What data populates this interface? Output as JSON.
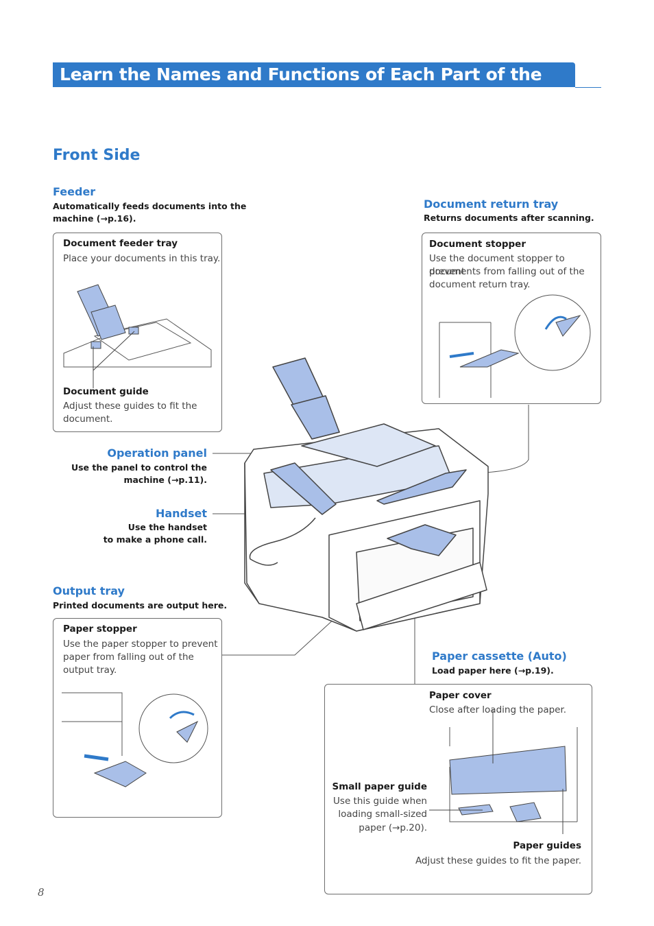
{
  "page": {
    "title": "Learn the Names and Functions of Each Part of the Machine",
    "section": "Front Side",
    "page_number": "8"
  },
  "feeder": {
    "heading": "Feeder",
    "desc1": "Automatically feeds documents into the",
    "desc2": "machine (→p.16).",
    "box": {
      "label1": "Document feeder tray",
      "text1": "Place your documents in this tray.",
      "label2": "Document guide",
      "text2a": "Adjust these guides to fit the",
      "text2b": "document."
    }
  },
  "return_tray": {
    "heading": "Document return tray",
    "desc": "Returns documents after scanning.",
    "box": {
      "label": "Document stopper",
      "text1": "Use the document stopper to prevent",
      "text2": "documents from falling out of the",
      "text3": "document return tray."
    }
  },
  "operation_panel": {
    "heading": "Operation panel",
    "desc1": "Use the panel to control the",
    "desc2": "machine (→p.11)."
  },
  "handset": {
    "heading": "Handset",
    "desc1": "Use the handset",
    "desc2": "to make a phone call."
  },
  "output_tray": {
    "heading": "Output tray",
    "desc": "Printed documents are output here.",
    "box": {
      "label": "Paper stopper",
      "text1": "Use the paper stopper to prevent",
      "text2": "paper from falling out of the",
      "text3": "output tray."
    }
  },
  "cassette": {
    "heading": "Paper cassette (Auto)",
    "desc": "Load paper here (→p.19).",
    "box": {
      "cover_label": "Paper cover",
      "cover_text": "Close after loading the paper.",
      "small_label": "Small paper guide",
      "small_text1": "Use this guide when",
      "small_text2": "loading small-sized",
      "small_text3": "paper (→p.20).",
      "guides_label": "Paper guides",
      "guides_text": "Adjust these guides to fit the paper."
    }
  },
  "colors": {
    "accent": "#2f7ac9",
    "part_blue": "#a9bfe8",
    "outline": "#555555"
  }
}
